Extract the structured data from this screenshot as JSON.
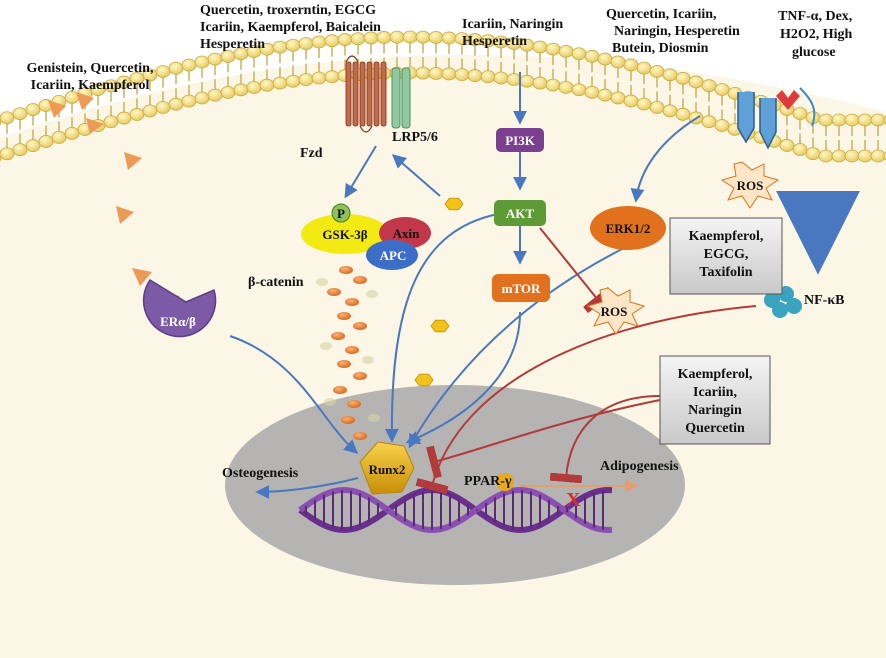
{
  "compounds": {
    "top_left": [
      "Genistein, Quercetin,",
      "Icariin, Kaempferol"
    ],
    "fzd_group": [
      "Quercetin, troxerntin, EGCG",
      "Icariin, Kaempferol, Baicalein",
      "Hesperetin"
    ],
    "pi3k_group": [
      "Icariin, Naringin",
      "Hesperetin"
    ],
    "erk_group": [
      "Quercetin, Icariin,",
      "Naringin, Hesperetin",
      "Butein, Diosmin"
    ],
    "stressors": [
      "TNF-α, Dex,",
      "H2O2, High",
      "glucose"
    ]
  },
  "inhibitor_boxes": {
    "nfkb": [
      "Kaempferol,",
      "EGCG,",
      "Taxifolin"
    ],
    "ppar": [
      "Kaempferol,",
      "Icariin,",
      "Naringin",
      "Quercetin"
    ]
  },
  "nodes": {
    "lrp": "LRP5/6",
    "fzd": "Fzd",
    "p": "P",
    "gsk": "GSK-3β",
    "axin": "Axin",
    "apc": "APC",
    "beta_catenin": "β-catenin",
    "er": "ERα/β",
    "pi3k": "PI3K",
    "akt": "AKT",
    "mtor": "mTOR",
    "ros_mid": "ROS",
    "ros_top": "ROS",
    "erk": "ERK1/2",
    "nfkb": "NF-κB",
    "runx2": "Runx2",
    "ppar": "PPAR-γ",
    "osteogenesis": "Osteogenesis",
    "adipogenesis": "Adipogenesis",
    "block_mark": "X"
  },
  "colors": {
    "pi3k": "#7a3f8e",
    "akt": "#5e9a35",
    "mtor": "#e1711c",
    "erk": "#e1711c",
    "er": "#7d5aa6",
    "runx2": "#e0ad14",
    "gsk": "#f2ea12",
    "axin": "#c2374a",
    "apc": "#3d6ec7",
    "arrow": "#4a78c0",
    "inhibit": "#b23a3a",
    "nucleus": "#a8a8a8",
    "cytoplasm": "#fbf6e6",
    "triangle": "#ec9a55"
  }
}
